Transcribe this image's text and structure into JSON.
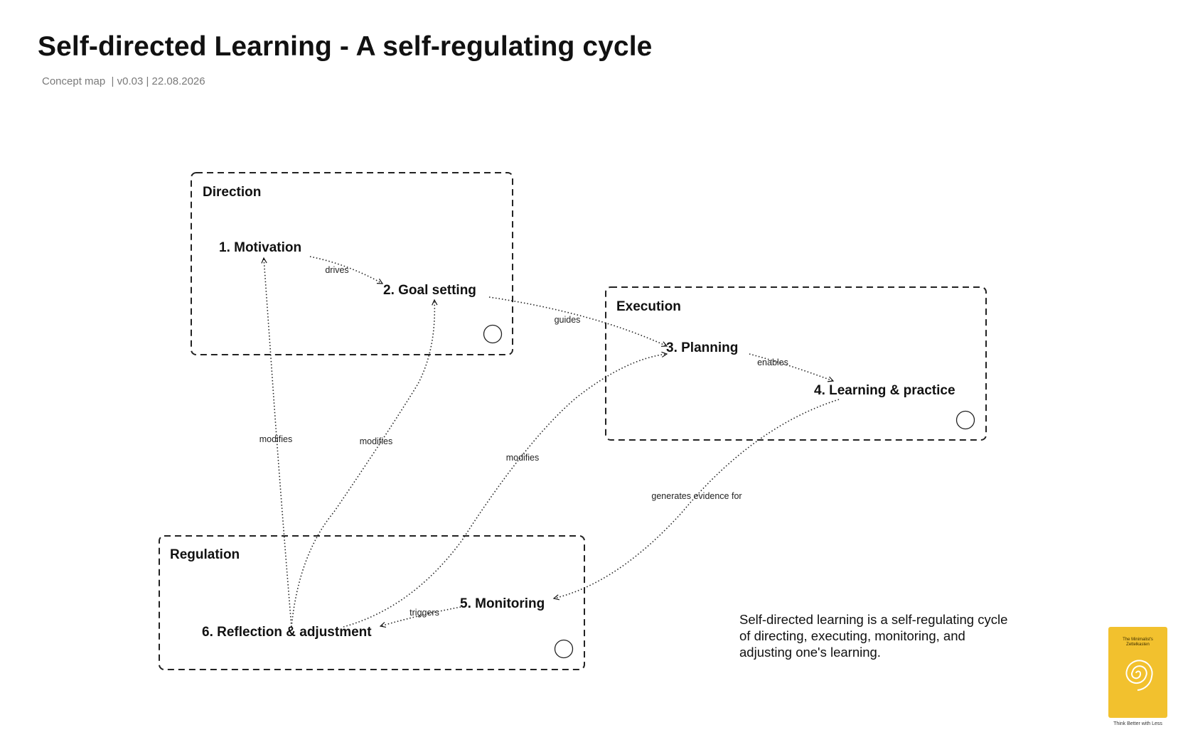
{
  "header": {
    "title": "Self-directed Learning - A self-regulating cycle",
    "subtitle": "Concept map  | v0.03 | 22.08.2026"
  },
  "groups": {
    "direction": "Direction",
    "execution": "Execution",
    "regulation": "Regulation"
  },
  "nodes": {
    "motivation": "1. Motivation",
    "goal_setting": "2. Goal setting",
    "planning": "3. Planning",
    "learning_practice": "4. Learning & practice",
    "monitoring": "5. Monitoring",
    "reflection": "6. Reflection & adjustment"
  },
  "edges": {
    "drives": "drives",
    "guides": "guides",
    "enables": "enables",
    "generates_evidence_for": "generates evidence for",
    "triggers": "triggers",
    "modifies_motivation": "modifies",
    "modifies_goal": "modifies",
    "modifies_planning": "modifies"
  },
  "summary": "Self-directed learning is a self-regulating cycle of directing, executing, monitoring, and adjusting one's learning.",
  "badge": {
    "book_title": "The Minimalist's Zettelkasten",
    "book_subtitle": "",
    "tagline": "Think Better with Less"
  },
  "colors": {
    "background": "#ffffff",
    "ink": "#111111",
    "book": "#f2c12e"
  }
}
